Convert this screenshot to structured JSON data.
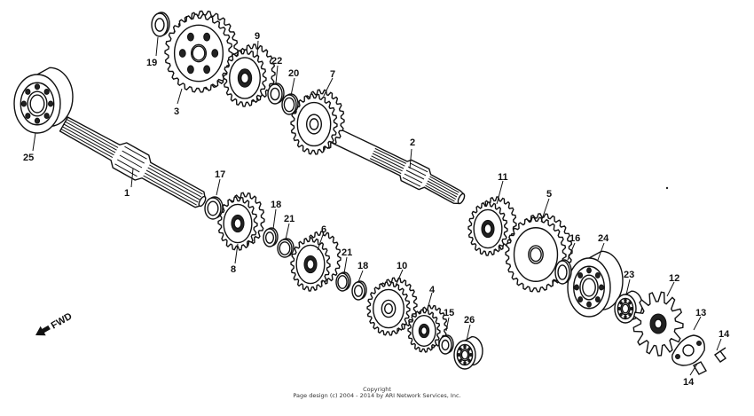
{
  "diagram": {
    "fwd_label": "FWD",
    "labels": [
      {
        "id": "1",
        "text": "1"
      },
      {
        "id": "2",
        "text": "2"
      },
      {
        "id": "3",
        "text": "3"
      },
      {
        "id": "4",
        "text": "4"
      },
      {
        "id": "5",
        "text": "5"
      },
      {
        "id": "6",
        "text": "6"
      },
      {
        "id": "7",
        "text": "7"
      },
      {
        "id": "8",
        "text": "8"
      },
      {
        "id": "9",
        "text": "9"
      },
      {
        "id": "10",
        "text": "10"
      },
      {
        "id": "11",
        "text": "11"
      },
      {
        "id": "12",
        "text": "12"
      },
      {
        "id": "13",
        "text": "13"
      },
      {
        "id": "14a",
        "text": "14"
      },
      {
        "id": "14b",
        "text": "14"
      },
      {
        "id": "15",
        "text": "15"
      },
      {
        "id": "16",
        "text": "16"
      },
      {
        "id": "17",
        "text": "17"
      },
      {
        "id": "18a",
        "text": "18"
      },
      {
        "id": "18b",
        "text": "18"
      },
      {
        "id": "19",
        "text": "19"
      },
      {
        "id": "20",
        "text": "20"
      },
      {
        "id": "21a",
        "text": "21"
      },
      {
        "id": "21b",
        "text": "21"
      },
      {
        "id": "22",
        "text": "22"
      },
      {
        "id": "23",
        "text": "23"
      },
      {
        "id": "24",
        "text": "24"
      },
      {
        "id": "25",
        "text": "25"
      },
      {
        "id": "26",
        "text": "26"
      }
    ]
  },
  "footer": {
    "copyright_line1": "Copyright",
    "copyright_line2": "Page design (c) 2004 - 2014 by ARI Network Services, Inc."
  }
}
